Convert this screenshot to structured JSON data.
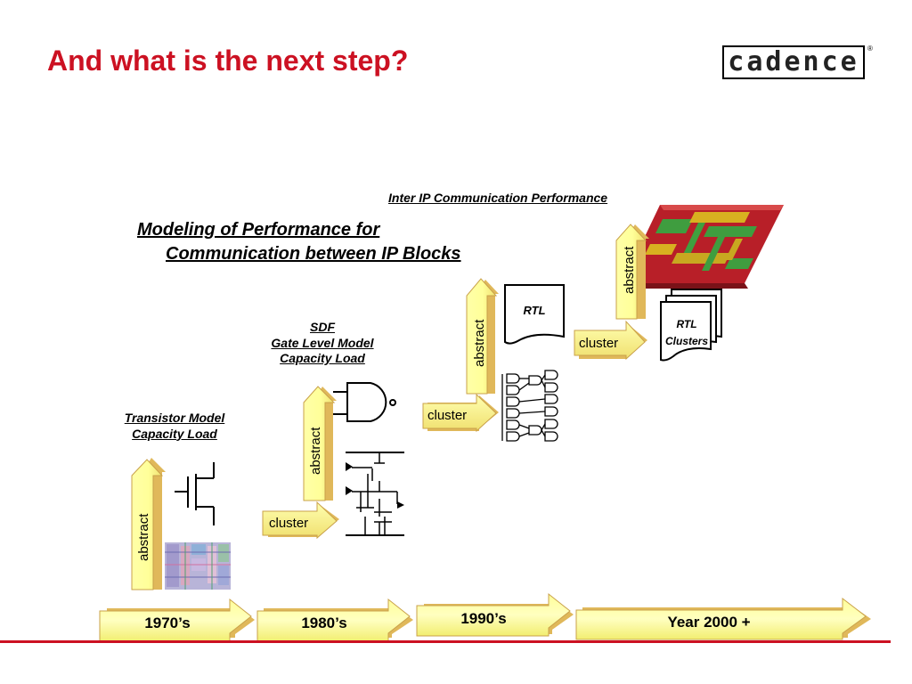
{
  "title": "And what is the next step?",
  "logo": {
    "text": "cadence",
    "registered": "®"
  },
  "headline": {
    "line1": "Modeling of Performance for",
    "line2": "Communication between IP Blocks"
  },
  "eras": [
    {
      "label": "1970’s"
    },
    {
      "label": "1980’s"
    },
    {
      "label": "1990’s"
    },
    {
      "label": "Year 2000 +"
    }
  ],
  "stages": {
    "s1970": {
      "line1": "Transistor Model",
      "line2": "Capacity Load",
      "abstract": "abstract"
    },
    "s1980": {
      "line1": "SDF",
      "line2": "Gate Level Model",
      "line3": "Capacity Load",
      "abstract": "abstract",
      "cluster": "cluster"
    },
    "s1990": {
      "rtl": "RTL",
      "abstract": "abstract",
      "cluster": "cluster"
    },
    "s2000": {
      "header": "Inter IP Communication Performance",
      "abstract": "abstract",
      "cluster": "cluster",
      "rtl_line1": "RTL",
      "rtl_line2": "Clusters"
    }
  },
  "colors": {
    "title": "#cc1122",
    "arrow_light": "#ffff99",
    "arrow_dark": "#e0b85a",
    "chip_base": "#c0282e"
  }
}
